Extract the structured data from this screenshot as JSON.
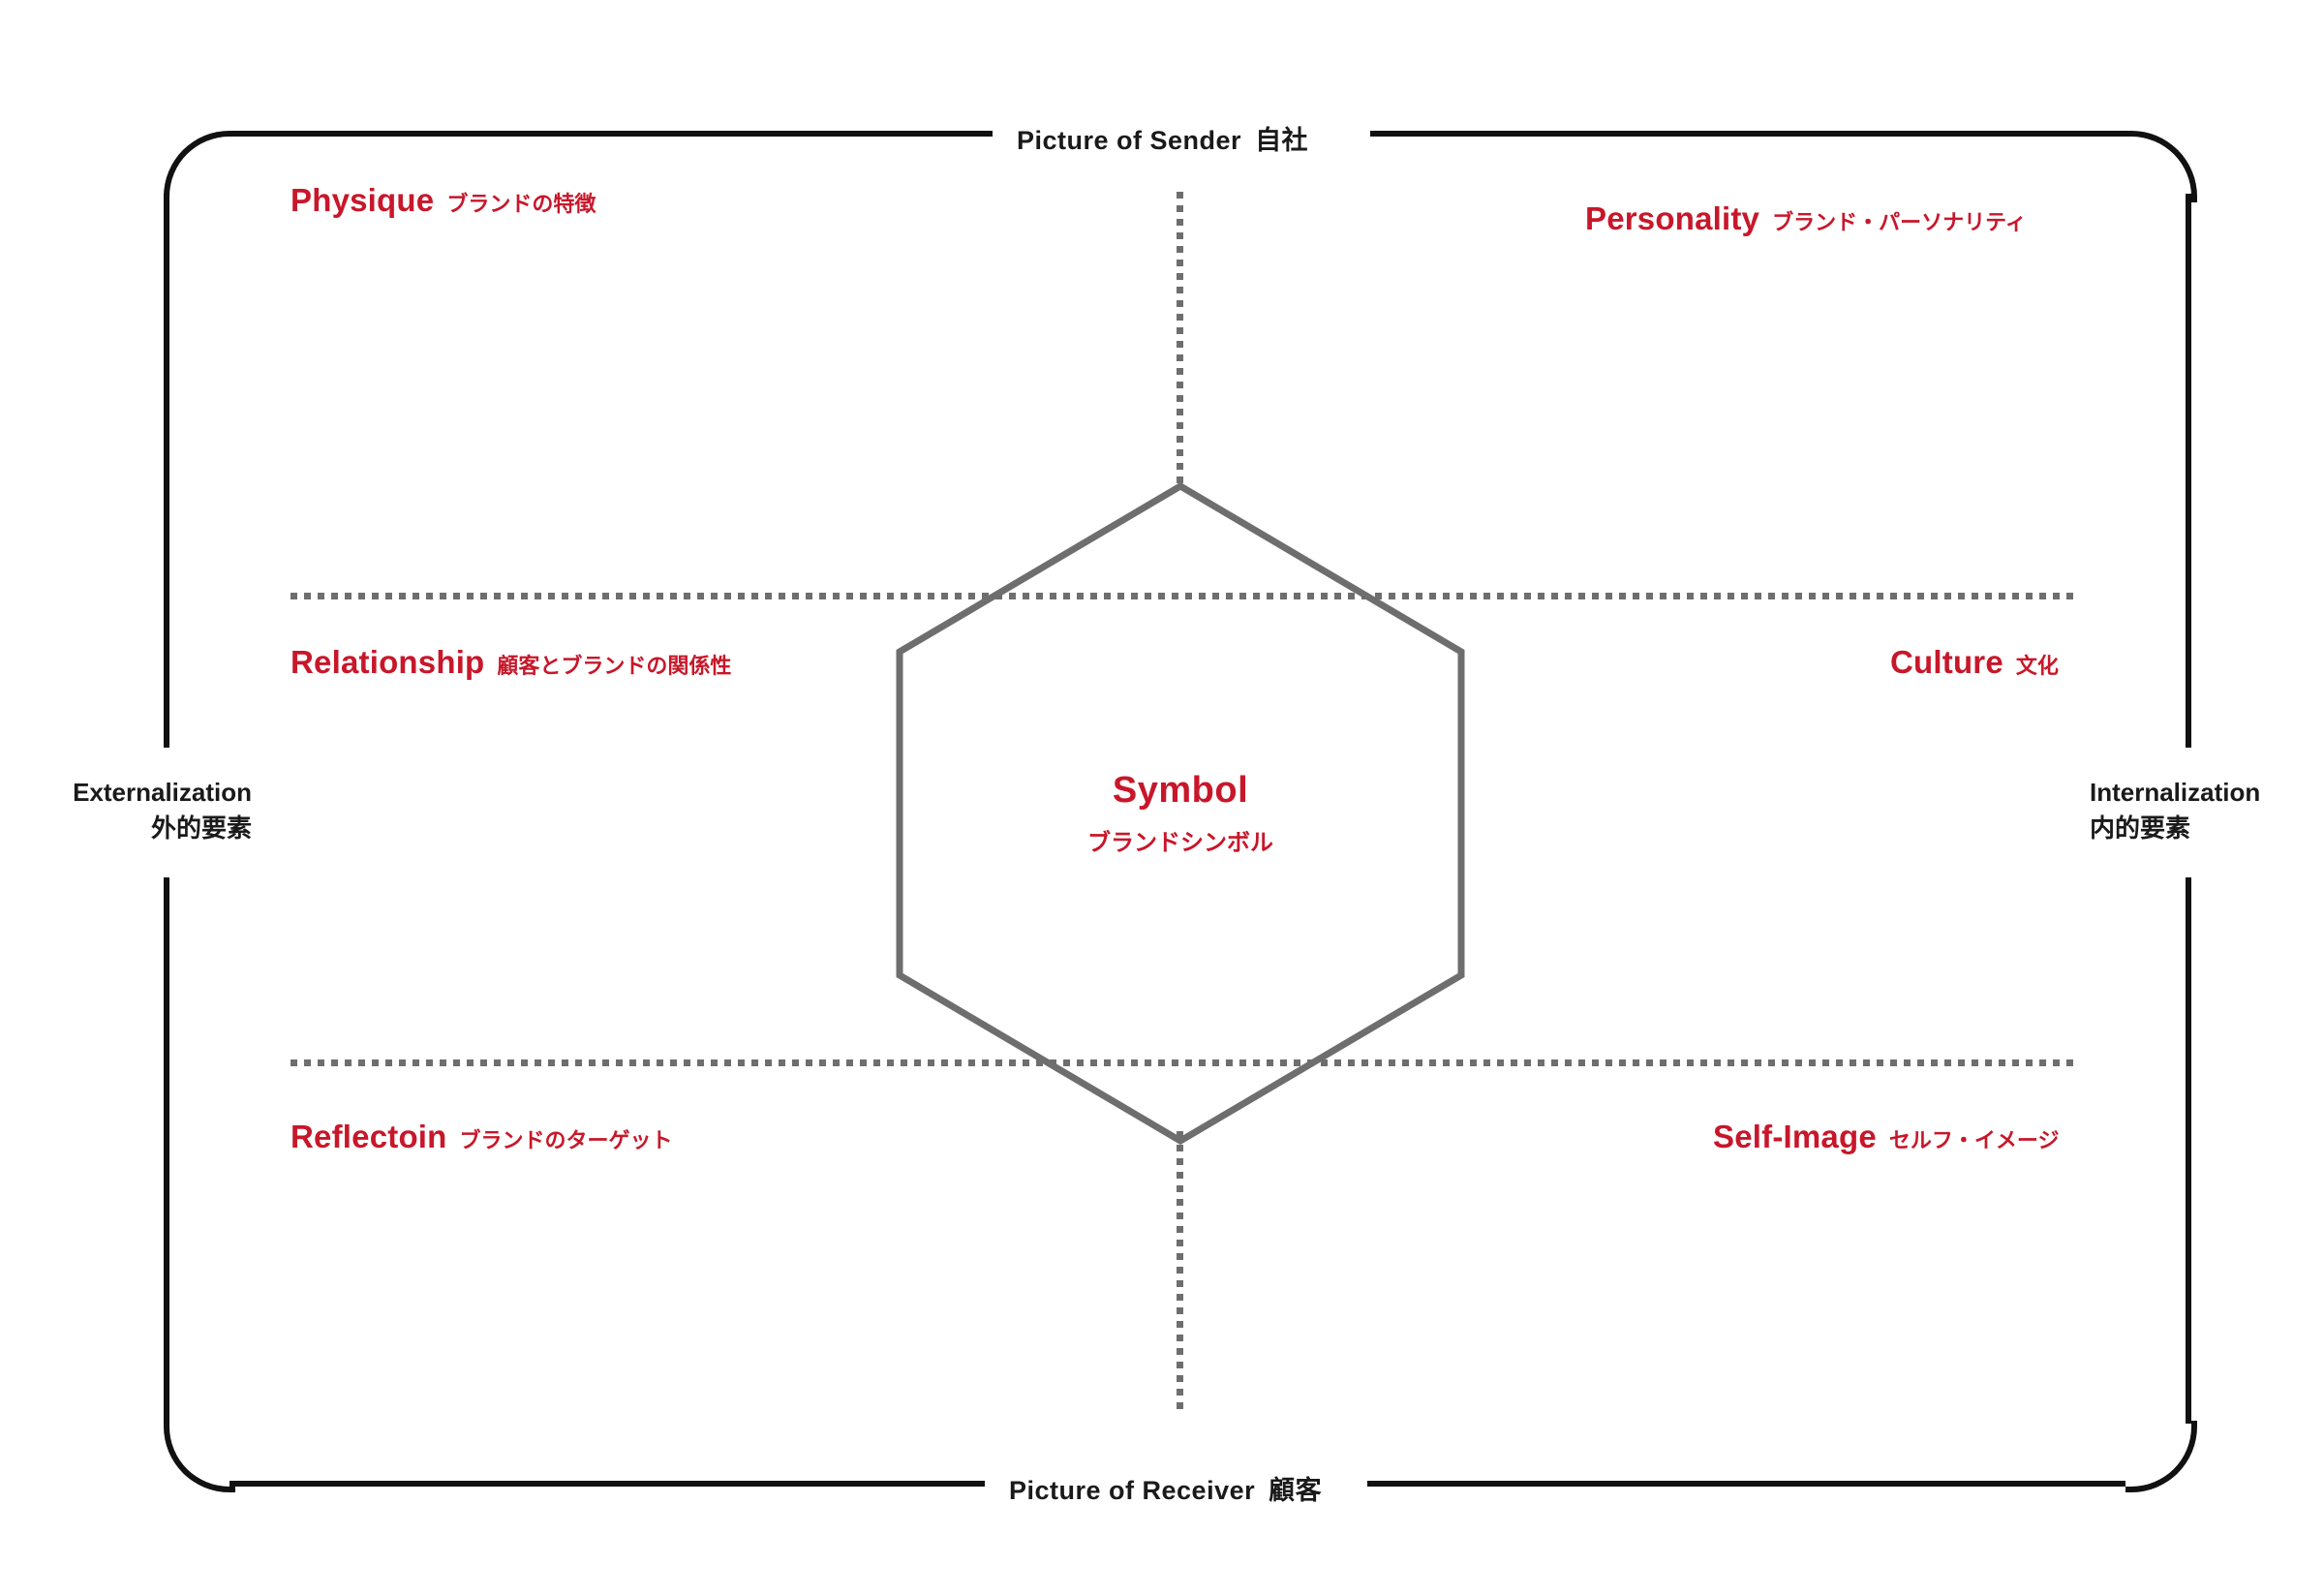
{
  "diagram": {
    "title_top": {
      "en": "Picture of  Sender",
      "jp": "自社"
    },
    "title_bottom": {
      "en": "Picture of  Receiver",
      "jp": "顧客"
    },
    "axis_left": {
      "en": "Externalization",
      "jp": "外的要素"
    },
    "axis_right": {
      "en": "Internalization",
      "jp": "内的要素"
    },
    "center": {
      "en": "Symbol",
      "jp": "ブランドシンボル"
    },
    "facets": [
      {
        "key": "physique",
        "en": "Physique",
        "jp": "ブランドの特徴"
      },
      {
        "key": "personality",
        "en": "Personality",
        "jp": "ブランド・パーソナリティ"
      },
      {
        "key": "relationship",
        "en": "Relationship",
        "jp": "顧客とブランドの関係性"
      },
      {
        "key": "culture",
        "en": "Culture",
        "jp": "文化"
      },
      {
        "key": "reflection",
        "en": "Reflectoin",
        "jp": "ブランドのターゲット"
      },
      {
        "key": "self_image",
        "en": "Self-Image",
        "jp": "セルフ・イメージ"
      }
    ],
    "colors": {
      "accent_red": "#c8172a",
      "frame_black": "#111111",
      "guide_gray": "#6e6e6e",
      "background": "#ffffff"
    }
  }
}
